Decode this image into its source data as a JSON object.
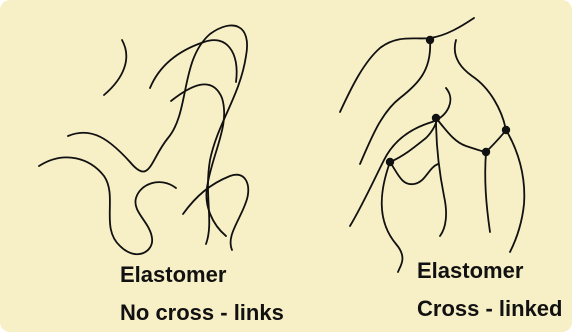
{
  "left_panel": {
    "line1": "Elastomer",
    "line2": "No cross - links"
  },
  "right_panel": {
    "line1": "Elastomer",
    "line2": "Cross - linked"
  },
  "colors": {
    "background": "#f7efc6",
    "stroke": "#111111",
    "dot": "#111111"
  }
}
